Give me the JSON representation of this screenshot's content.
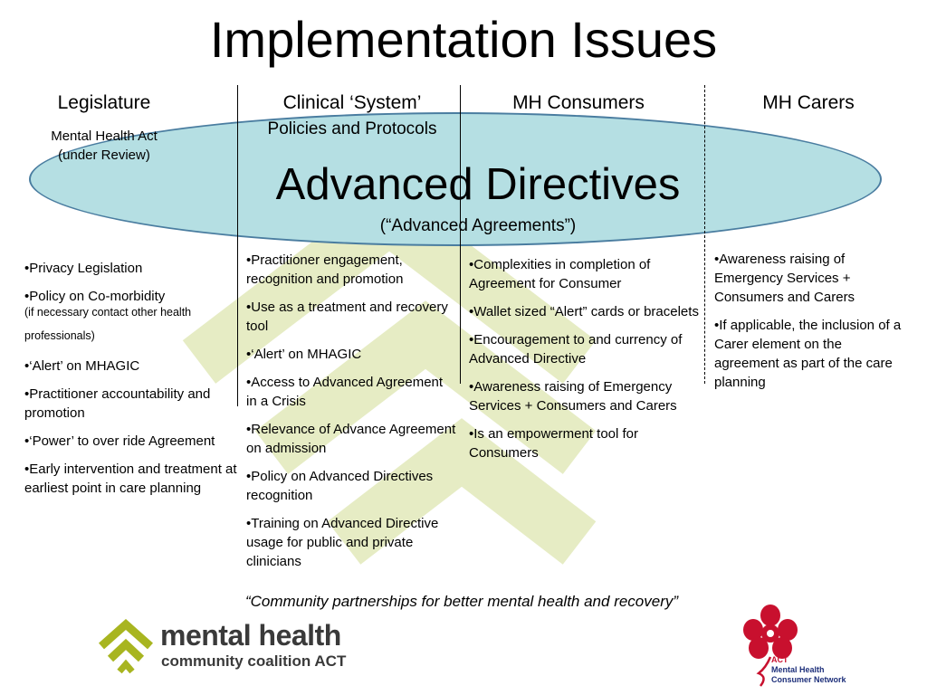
{
  "title": "Implementation Issues",
  "columns": [
    {
      "heading": "Legislature",
      "sub": [
        "Mental Health Act",
        "(under Review)"
      ]
    },
    {
      "heading": "Clinical ‘System’",
      "sub": [
        "Policies and Protocols"
      ]
    },
    {
      "heading": "MH Consumers"
    },
    {
      "heading": "MH Carers"
    }
  ],
  "center": {
    "title": "Advanced Directives",
    "subtitle": "(“Advanced Agreements”)"
  },
  "legislature_bullets": [
    "•Privacy Legislation",
    "•Policy on Co-morbidity",
    "(if necessary contact other health professionals)",
    "•‘Alert’ on MHAGIC",
    "•Practitioner accountability and promotion",
    "•‘Power’ to over ride Agreement",
    "•Early intervention and treatment at earliest point in care planning"
  ],
  "clinical_bullets": [
    "•Practitioner engagement, recognition and promotion",
    "•Use as a treatment and recovery tool",
    "•‘Alert’ on MHAGIC",
    "•Access to Advanced Agreement in a Crisis",
    "•Relevance of Advance Agreement on admission",
    "•Policy on Advanced Directives recognition",
    "•Training on Advanced Directive usage for public and private clinicians"
  ],
  "consumer_bullets": [
    "•Complexities in completion of Agreement for Consumer",
    "•Wallet sized “Alert” cards or bracelets",
    "•Encouragement to and currency of Advanced Directive",
    "•Awareness raising of Emergency Services + Consumers and Carers",
    "•Is an empowerment tool for Consumers"
  ],
  "carer_bullets": [
    "•Awareness raising of Emergency Services + Consumers and Carers",
    "•If applicable, the inclusion of a Carer element on the agreement as part of the care planning"
  ],
  "footer_quote": "“Community partnerships for better mental health and recovery”",
  "logo_left": {
    "name": "mental health",
    "sub": "community coalition ACT"
  },
  "logo_right": {
    "lines": [
      "ACT",
      "Mental Health",
      "Consumer Network"
    ]
  },
  "colors": {
    "ellipse_fill": "#b5dfe3",
    "ellipse_stroke": "#4a7da0",
    "watermark": "#e6ecc4",
    "logo_green": "#a8b520",
    "network_red": "#c8102e"
  },
  "icons": [
    "mhcc-chevron-logo-icon",
    "flower-logo-icon"
  ]
}
